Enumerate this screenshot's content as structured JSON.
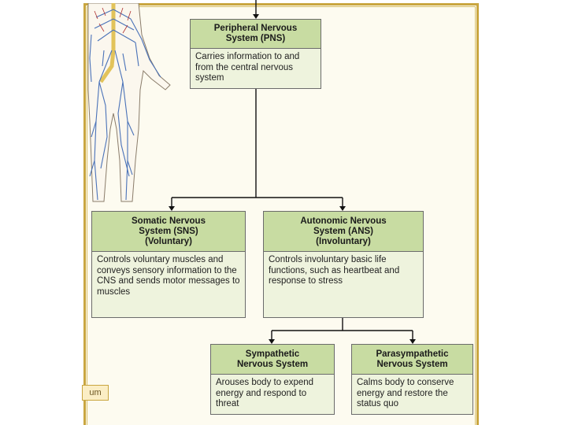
{
  "pns": {
    "title_line1": "Peripheral Nervous",
    "title_line2": "System (PNS)",
    "body": "Carries information to and from the central nervous system"
  },
  "sns": {
    "title_line1": "Somatic Nervous",
    "title_line2": "System (SNS)",
    "title_line3": "(Voluntary)",
    "body": "Controls voluntary muscles and conveys sensory information to the CNS and sends motor messages to muscles"
  },
  "ans": {
    "title_line1": "Autonomic Nervous",
    "title_line2": "System (ANS)",
    "title_line3": "(Involuntary)",
    "body": "Controls involuntary basic life functions, such as heartbeat and response to stress"
  },
  "sympathetic": {
    "title_line1": "Sympathetic",
    "title_line2": "Nervous System",
    "body": "Arouses body to expend energy and respond to threat"
  },
  "parasympathetic": {
    "title_line1": "Parasympathetic",
    "title_line2": "Nervous System",
    "body": "Calms body to conserve energy and restore the status quo"
  },
  "side_tab": "um",
  "colors": {
    "border_gold": "#c9a640",
    "header_green": "#c8dca2",
    "body_green": "#eef3dd",
    "nerve_blue": "#4a72b8",
    "spine_yellow": "#e2c35a"
  }
}
